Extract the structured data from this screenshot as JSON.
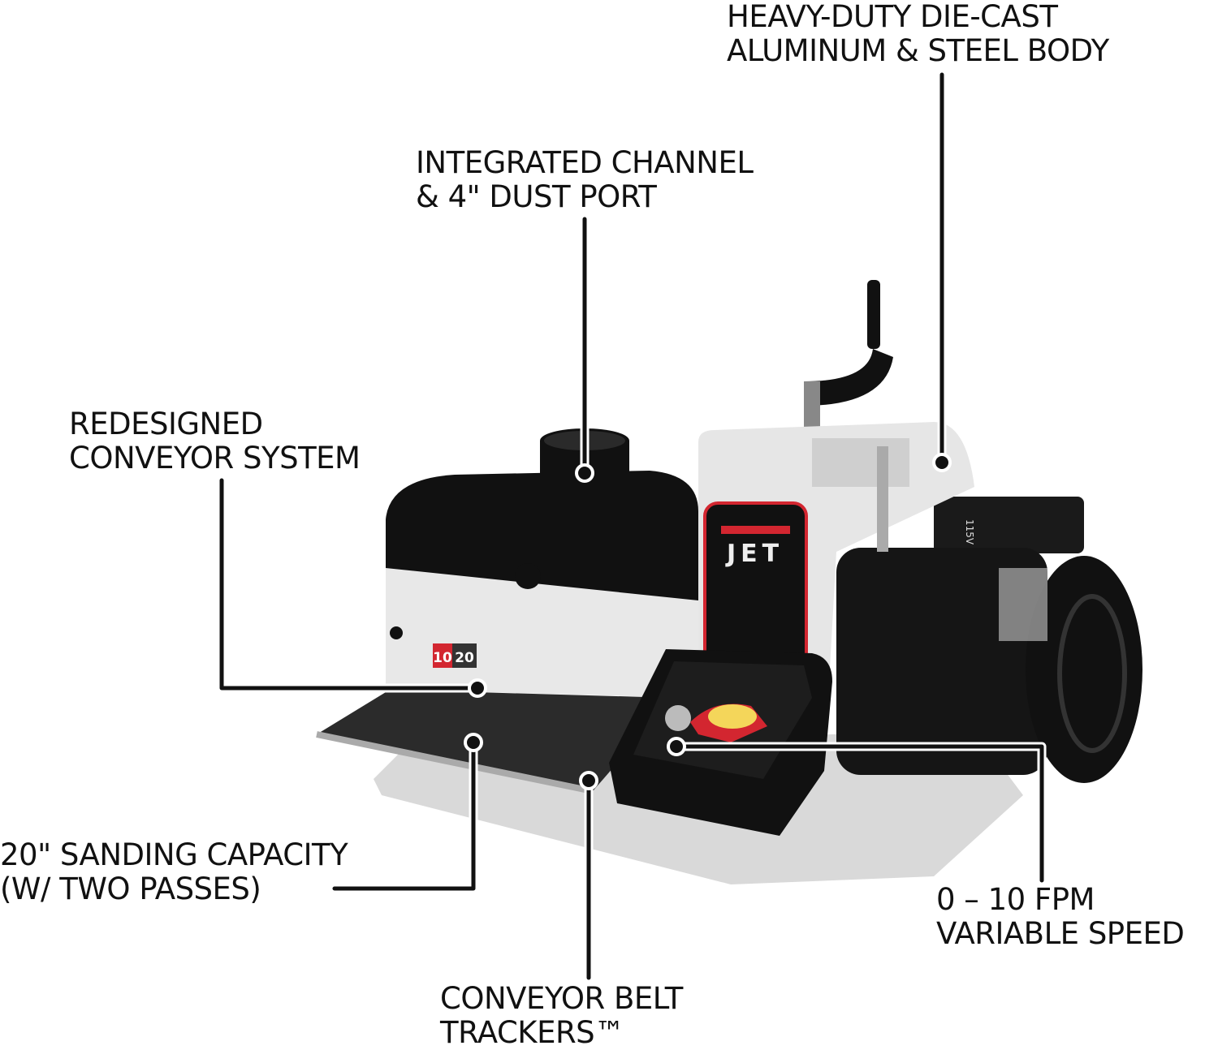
{
  "callouts": [
    {
      "id": "body",
      "lines": [
        "HEAVY-DUTY DIE-CAST",
        "ALUMINUM & STEEL BODY"
      ]
    },
    {
      "id": "dust",
      "lines": [
        "INTEGRATED CHANNEL",
        "& 4\" DUST PORT"
      ]
    },
    {
      "id": "conveyor",
      "lines": [
        "REDESIGNED",
        "CONVEYOR SYSTEM"
      ]
    },
    {
      "id": "capacity",
      "lines": [
        "20\" SANDING CAPACITY",
        "(W/ TWO PASSES)"
      ]
    },
    {
      "id": "trackers",
      "lines": [
        "CONVEYOR BELT",
        "TRACKERS™"
      ]
    },
    {
      "id": "speed",
      "lines": [
        "0 – 10 FPM",
        "VARIABLE SPEED"
      ]
    }
  ],
  "product": {
    "brand": "JET",
    "model_left": "10",
    "model_right": "20",
    "voltage": "115V"
  },
  "colors": {
    "accent": "#d32630",
    "machine_white": "#e8e8e8",
    "machine_black": "#111111",
    "switch_yellow": "#f4d65a"
  }
}
